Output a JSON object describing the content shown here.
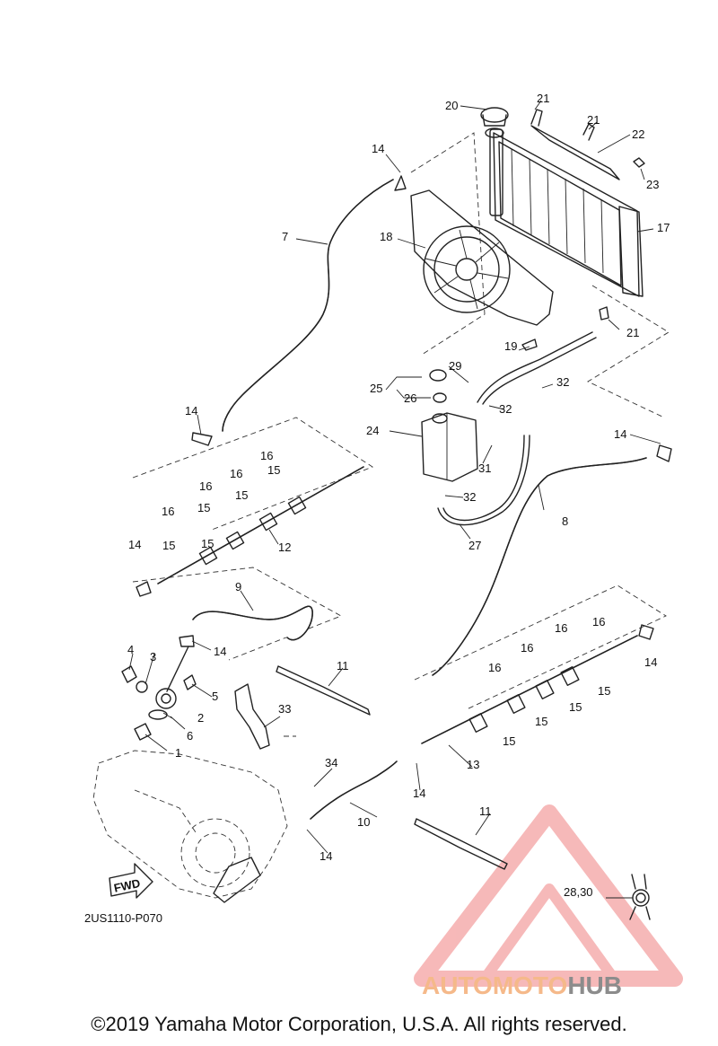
{
  "diagram": {
    "part_labels": [
      "1",
      "2",
      "3",
      "4",
      "5",
      "6",
      "7",
      "8",
      "9",
      "10",
      "11",
      "11",
      "12",
      "13",
      "14",
      "14",
      "14",
      "14",
      "14",
      "14",
      "14",
      "14",
      "15",
      "15",
      "15",
      "15",
      "15",
      "15",
      "15",
      "15",
      "15",
      "16",
      "16",
      "16",
      "16",
      "16",
      "16",
      "16",
      "16",
      "17",
      "18",
      "19",
      "20",
      "21",
      "21",
      "21",
      "22",
      "23",
      "24",
      "25",
      "26",
      "27",
      "28,30",
      "29",
      "31",
      "32",
      "32",
      "32",
      "33",
      "34"
    ],
    "fwd_label": "FWD",
    "drawing_code": "2US1110-P070"
  },
  "footer": {
    "copyright": "©2019 Yamaha Motor Corporation, U.S.A. All rights reserved."
  },
  "watermark": {
    "text_a": "AUTOMOTO",
    "text_b": "HUB",
    "color_triangle": "#f08080",
    "color_text_a": "#f5b98a",
    "color_text_b": "#8c8c8c"
  }
}
